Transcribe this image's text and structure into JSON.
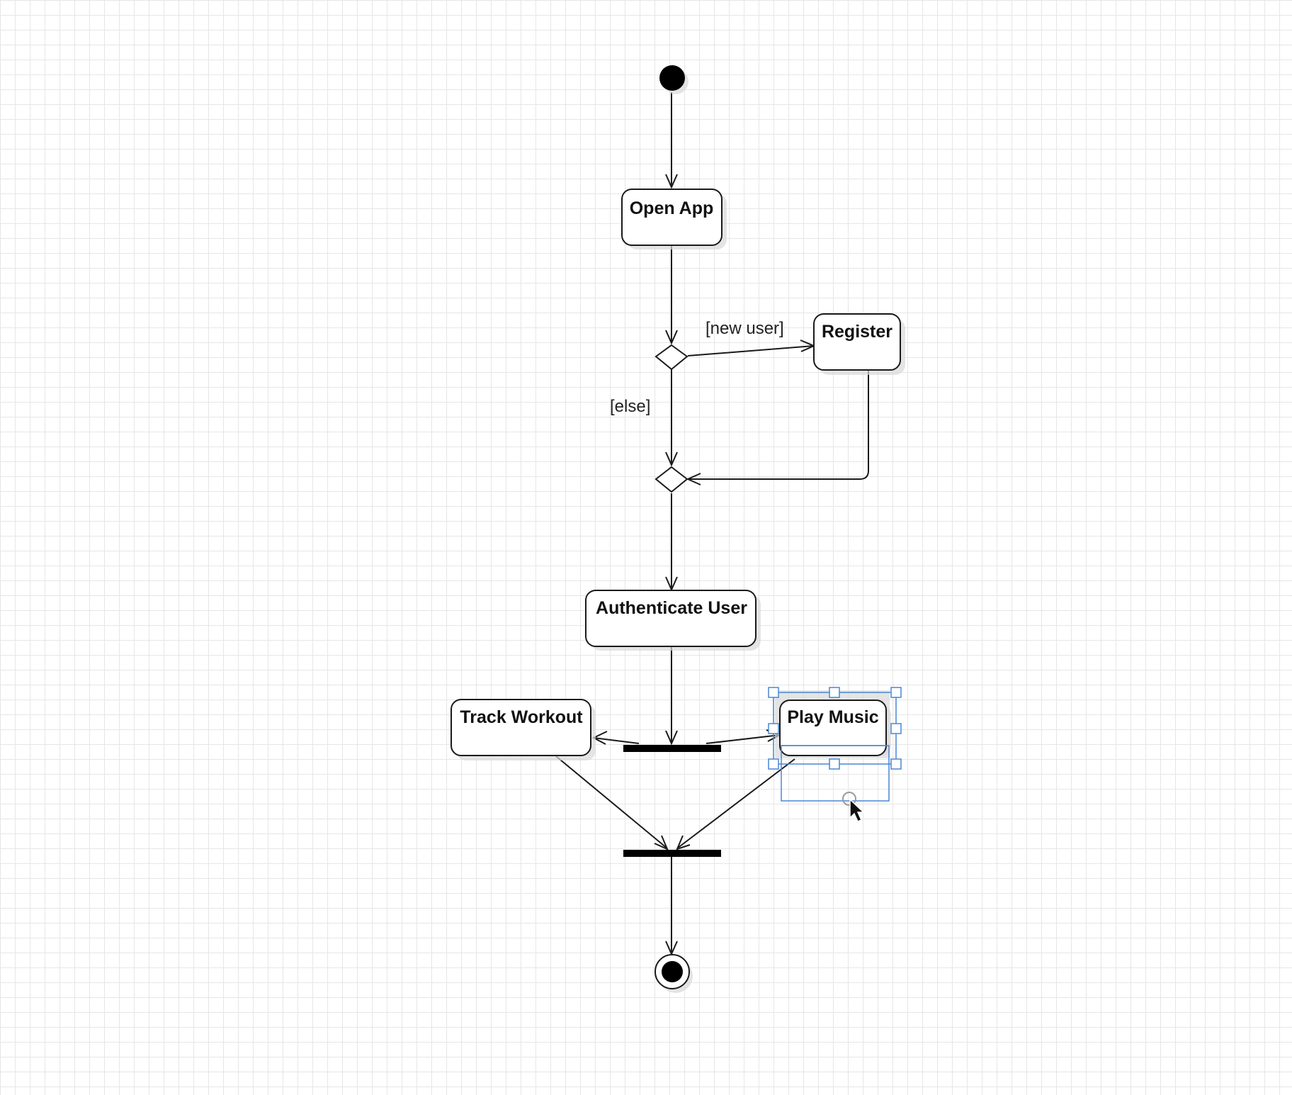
{
  "diagram": {
    "type": "uml-activity",
    "actions": {
      "open_app": "Open App",
      "register": "Register",
      "authenticate_user": "Authenticate User",
      "track_workout": "Track Workout",
      "play_music": "Play Music"
    },
    "guards": {
      "new_user": "[new user]",
      "else": "[else]"
    },
    "selected_action": "Play Music",
    "colors": {
      "selection": "#4a86d6",
      "line": "#1a1a1a",
      "grid": "#e6e6e6"
    }
  }
}
